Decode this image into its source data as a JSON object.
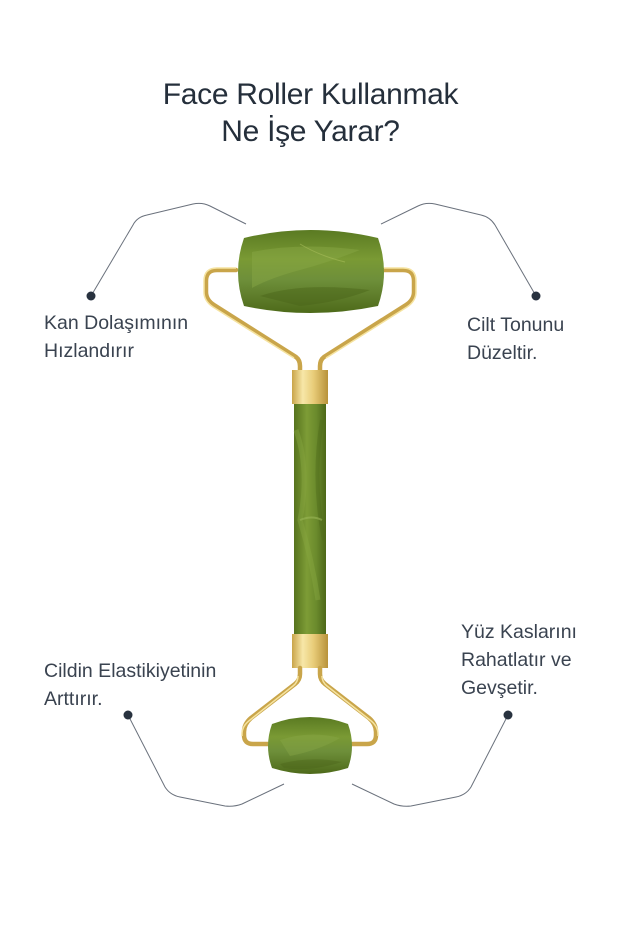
{
  "title": {
    "line1": "Face Roller Kullanmak",
    "line2": "Ne İşe Yarar?"
  },
  "benefits": [
    {
      "position": "top-left",
      "lines": [
        "Kan Dolaşımının",
        "Hızlandırır"
      ]
    },
    {
      "position": "top-right",
      "lines": [
        "Cilt Tonunu",
        "Düzeltir."
      ]
    },
    {
      "position": "bottom-left",
      "lines": [
        "Cildin Elastikiyetinin",
        "Arttırır."
      ]
    },
    {
      "position": "bottom-right",
      "lines": [
        "Yüz Kaslarını",
        "Rahatlatır ve",
        "Gevşetir."
      ]
    }
  ],
  "product": {
    "name": "jade-face-roller",
    "colors": {
      "jade": "#6b8a2a",
      "jade_dark": "#4f6b1c",
      "jade_light": "#8aa63e",
      "gold": "#e6c66a",
      "gold_dark": "#b8923a",
      "connector": "#5d6470",
      "dot": "#28323f"
    }
  }
}
